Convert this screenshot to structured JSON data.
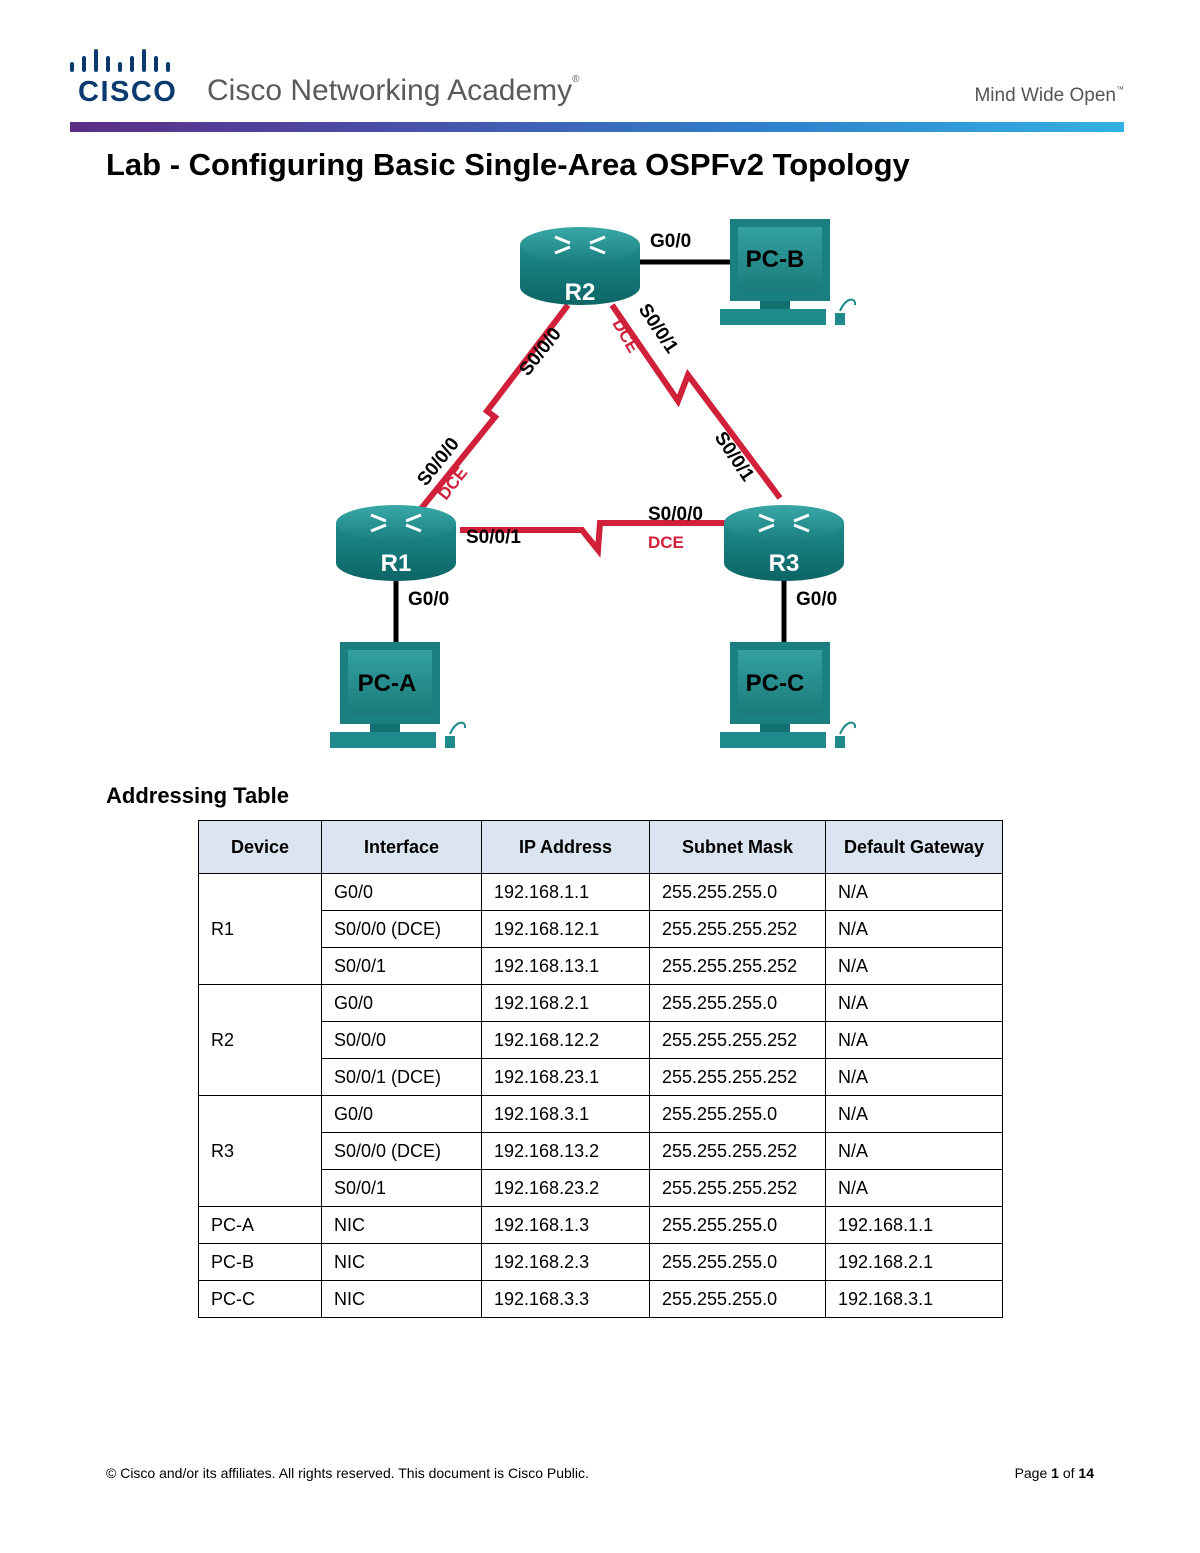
{
  "header": {
    "logo_word": "CISCO",
    "academy": "Cisco Networking Academy",
    "academy_mark": "®",
    "tagline": "Mind Wide Open",
    "tagline_mark": "™"
  },
  "title": "Lab - Configuring Basic Single-Area OSPFv2 Topology",
  "topology": {
    "devices": {
      "r1": "R1",
      "r2": "R2",
      "r3": "R3",
      "pca": "PC-A",
      "pcb": "PC-B",
      "pcc": "PC-C"
    },
    "labels": {
      "r2_g0": "G0/0",
      "r1_g0": "G0/0",
      "r3_g0": "G0/0",
      "r2_s000": "S0/0/0",
      "r2_s001": "S0/0/1",
      "r1_s000": "S0/0/0",
      "r1_s001": "S0/0/1",
      "r3_s001": "S0/0/1",
      "r3_s000": "S0/0/0",
      "dce_r1": "DCE",
      "dce_r2": "DCE",
      "dce_r3": "DCE"
    },
    "colors": {
      "router": "#1a8a8a",
      "serial_link": "#d0203a",
      "dce": "#d0203a",
      "ethernet_link": "#000000"
    }
  },
  "section_heading": "Addressing Table",
  "table": {
    "headers": [
      "Device",
      "Interface",
      "IP Address",
      "Subnet Mask",
      "Default Gateway"
    ],
    "groups": [
      {
        "device": "R1",
        "rows": [
          [
            "G0/0",
            "192.168.1.1",
            "255.255.255.0",
            "N/A"
          ],
          [
            "S0/0/0 (DCE)",
            "192.168.12.1",
            "255.255.255.252",
            "N/A"
          ],
          [
            "S0/0/1",
            "192.168.13.1",
            "255.255.255.252",
            "N/A"
          ]
        ]
      },
      {
        "device": "R2",
        "rows": [
          [
            "G0/0",
            "192.168.2.1",
            "255.255.255.0",
            "N/A"
          ],
          [
            "S0/0/0",
            "192.168.12.2",
            "255.255.255.252",
            "N/A"
          ],
          [
            "S0/0/1 (DCE)",
            "192.168.23.1",
            "255.255.255.252",
            "N/A"
          ]
        ]
      },
      {
        "device": "R3",
        "rows": [
          [
            "G0/0",
            "192.168.3.1",
            "255.255.255.0",
            "N/A"
          ],
          [
            "S0/0/0 (DCE)",
            "192.168.13.2",
            "255.255.255.252",
            "N/A"
          ],
          [
            "S0/0/1",
            "192.168.23.2",
            "255.255.255.252",
            "N/A"
          ]
        ]
      },
      {
        "device": "PC-A",
        "rows": [
          [
            "NIC",
            "192.168.1.3",
            "255.255.255.0",
            "192.168.1.1"
          ]
        ]
      },
      {
        "device": "PC-B",
        "rows": [
          [
            "NIC",
            "192.168.2.3",
            "255.255.255.0",
            "192.168.2.1"
          ]
        ]
      },
      {
        "device": "PC-C",
        "rows": [
          [
            "NIC",
            "192.168.3.3",
            "255.255.255.0",
            "192.168.3.1"
          ]
        ]
      }
    ]
  },
  "footer": {
    "copyright": "© Cisco and/or its affiliates. All rights reserved. This document is Cisco Public.",
    "page_prefix": "Page",
    "page_number": "1",
    "page_of": "of",
    "page_total": "14"
  }
}
